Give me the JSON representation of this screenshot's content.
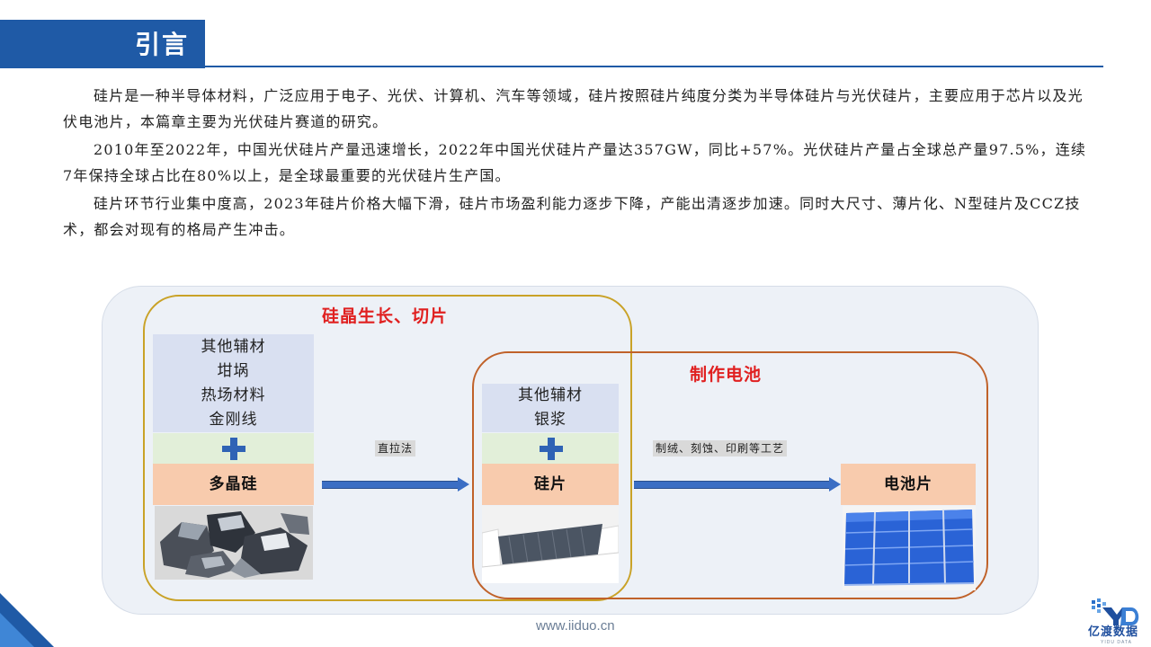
{
  "header": {
    "title": "引言"
  },
  "paragraphs": [
    "硅片是一种半导体材料，广泛应用于电子、光伏、计算机、汽车等领域，硅片按照硅片纯度分类为半导体硅片与光伏硅片，主要应用于芯片以及光伏电池片，本篇章主要为光伏硅片赛道的研究。",
    "2010年至2022年，中国光伏硅片产量迅速增长，2022年中国光伏硅片产量达357GW，同比+57%。光伏硅片产量占全球总产量97.5%，连续7年保持全球占比在80%以上，是全球最重要的光伏硅片生产国。",
    "硅片环节行业集中度高，2023年硅片价格大幅下滑，硅片市场盈利能力逐步下降，产能出清逐步加速。同时大尺寸、薄片化、N型硅片及CCZ技术，都会对现有的格局产生冲击。"
  ],
  "diagram": {
    "group_growth": "硅晶生长、切片",
    "group_cell": "制作电池",
    "stage1": {
      "materials": [
        "其他辅材",
        "坩埚",
        "热场材料",
        "金刚线"
      ],
      "product": "多晶硅"
    },
    "step1": "直拉法",
    "stage2": {
      "materials": [
        "其他辅材",
        "银浆"
      ],
      "product": "硅片"
    },
    "step2": "制绒、刻蚀、印刷等工艺",
    "stage3": {
      "product": "电池片"
    }
  },
  "footer": {
    "url": "www.iiduo.cn",
    "logo_text": "亿渡数据",
    "logo_sub": "YIDU DATA"
  },
  "colors": {
    "brand_blue": "#1f5aa6",
    "group_growth_border": "#c9a227",
    "group_cell_border": "#c0622a",
    "group_label": "#e02020",
    "material_fill": "#d9e0f1",
    "plus_fill": "#e2efd9",
    "product_fill": "#f8cbad",
    "arrow": "#3b6ec4"
  }
}
